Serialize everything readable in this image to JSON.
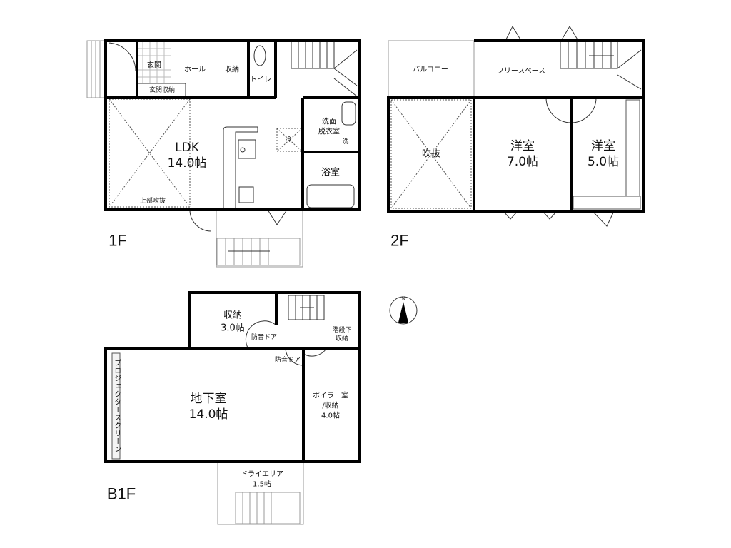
{
  "floors": {
    "f1": {
      "label": "1F",
      "rooms": {
        "genkan": "玄関",
        "hall": "ホール",
        "storage": "収納",
        "toilet": "トイレ",
        "genkan_storage": "玄関収納",
        "ldk_name": "LDK",
        "ldk_size": "14.0帖",
        "upper_void": "上部吹抜",
        "washroom_line1": "洗面",
        "washroom_line2": "脱衣室",
        "washer": "洗",
        "fridge": "冷",
        "bath": "浴室"
      }
    },
    "f2": {
      "label": "2F",
      "rooms": {
        "balcony": "バルコニー",
        "free_space": "フリースペース",
        "void": "吹抜",
        "western1_name": "洋室",
        "western1_size": "7.0帖",
        "western2_name": "洋室",
        "western2_size": "5.0帖"
      }
    },
    "b1": {
      "label": "B1F",
      "rooms": {
        "storage_name": "収納",
        "storage_size": "3.0帖",
        "soundproof_door1": "防音ドア",
        "soundproof_door2": "防音ドア",
        "under_stair_line1": "階段下",
        "under_stair_line2": "収納",
        "basement_name": "地下室",
        "basement_size": "14.0帖",
        "boiler_line1": "ボイラー室",
        "boiler_line2": "/収納",
        "boiler_size": "4.0帖",
        "projector_screen": "プロジェクタースクリーン",
        "dry_area_name": "ドライエリア",
        "dry_area_size": "1.5帖"
      }
    }
  },
  "compass": {
    "north_label": "N"
  }
}
